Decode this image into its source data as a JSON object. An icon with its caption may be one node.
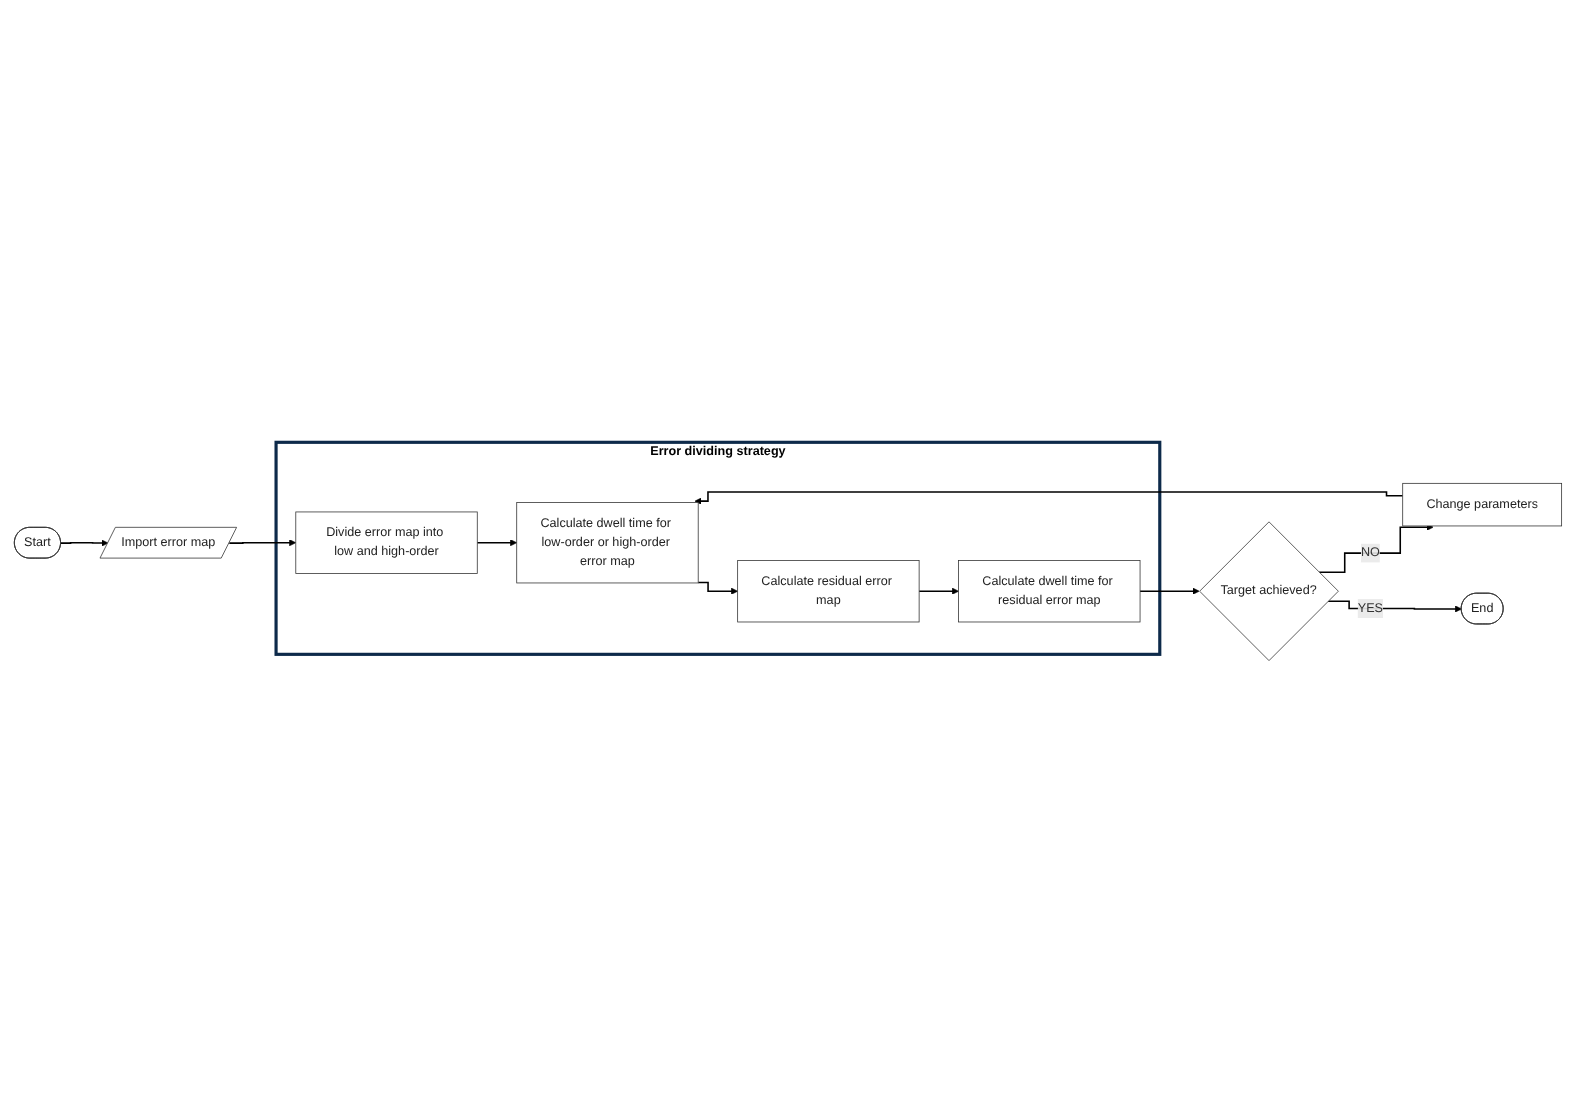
{
  "diagram": {
    "nodes": [
      {
        "text": [
          "Start"
        ]
      },
      {
        "text": [
          "Import error map"
        ]
      },
      {
        "text": [
          "Error dividing strategy"
        ]
      },
      {
        "text": [
          "Divide error map into low and high-order"
        ],
        "in": 2
      },
      {
        "text": [
          "Calculate dwell time for low-order or high-order error map"
        ],
        "in": 2
      },
      {
        "text": [
          "Calculate residual error map"
        ],
        "in": 2
      },
      {
        "text": [
          "Calculate dwell time for residual error map"
        ],
        "in": 2
      },
      {
        "text": [
          "Target achieved?"
        ]
      },
      {
        "text": [
          "Change parameters"
        ]
      },
      {
        "text": [
          "End"
        ]
      }
    ],
    "edges": [
      {
        "from": 0,
        "to": 1,
        "arrow": "to"
      },
      {
        "from": 1,
        "to": 3,
        "arrow": "to"
      },
      {
        "from": 3,
        "to": 4,
        "arrow": "to"
      },
      {
        "from": 4,
        "to": 5,
        "arrow": "to"
      },
      {
        "from": 5,
        "to": 6,
        "arrow": "to"
      },
      {
        "from": 6,
        "to": 7,
        "arrow": "to"
      },
      {
        "from": 7,
        "to": 8,
        "label": "NO",
        "arrow": "to"
      },
      {
        "from": 7,
        "to": 9,
        "label": "YES",
        "arrow": "to"
      },
      {
        "from": 8,
        "to": 4,
        "arrow": "to"
      }
    ]
  }
}
